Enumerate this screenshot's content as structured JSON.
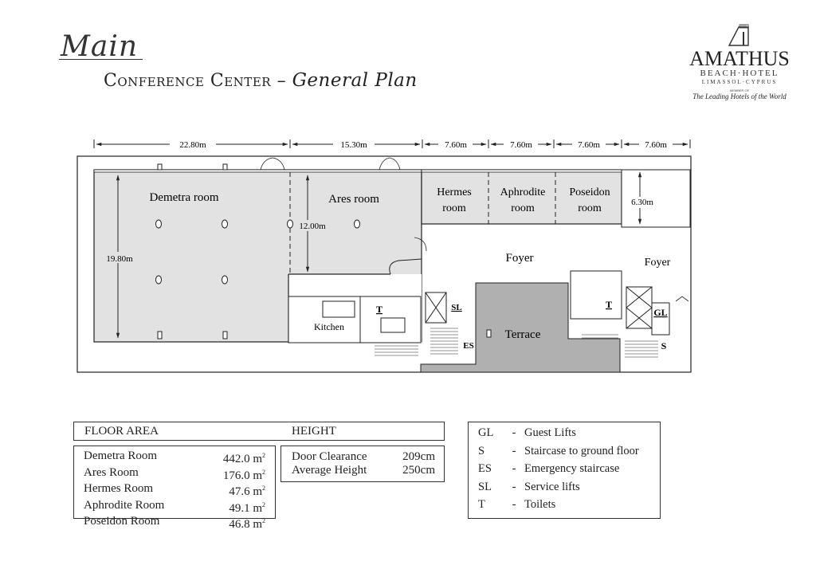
{
  "header": {
    "script_title": "Main",
    "main_title": "Conference Center",
    "dash": "–",
    "sub_title": "General Plan"
  },
  "logo": {
    "brand": "AMATHUS",
    "beach": "BEACH·HOTEL",
    "location": "LIMASSOL·CYPRUS",
    "member": "MEMBER OF",
    "leading": "The Leading Hotels of the World"
  },
  "plan": {
    "dimensions": [
      "22.80m",
      "15.30m",
      "7.60m",
      "7.60m",
      "7.60m",
      "7.60m"
    ],
    "vertical_dims": [
      "19.80m",
      "12.00m",
      "6.30m"
    ],
    "rooms": {
      "demetra": "Demetra room",
      "ares": "Ares room",
      "hermes_1": "Hermes",
      "hermes_2": "room",
      "aphrodite_1": "Aphrodite",
      "aphrodite_2": "room",
      "poseidon_1": "Poseidon",
      "poseidon_2": "room",
      "foyer_main": "Foyer",
      "foyer_right": "Foyer",
      "terrace": "Terrace",
      "kitchen": "Kitchen"
    },
    "codes": {
      "t1": "T",
      "sl": "SL",
      "es": "ES",
      "t2": "T",
      "gl": "GL",
      "s": "S"
    },
    "colors": {
      "room_fill": "#e2e2e2",
      "terrace_fill": "#b0b0b0",
      "line": "#222222"
    }
  },
  "floor_area": {
    "header_left": "FLOOR AREA",
    "header_right": "HEIGHT",
    "unit": "m",
    "unit_exp": "2",
    "rooms": [
      {
        "name": "Demetra Room",
        "area": "442.0"
      },
      {
        "name": "Ares Room",
        "area": "176.0"
      },
      {
        "name": "Hermes Room",
        "area": "47.6"
      },
      {
        "name": "Aphrodite Room",
        "area": "49.1"
      },
      {
        "name": "Poseidon Room",
        "area": "46.8"
      }
    ],
    "heights": [
      {
        "name": "Door Clearance",
        "value": "209cm"
      },
      {
        "name": "Average Height",
        "value": "250cm"
      }
    ]
  },
  "legend": [
    {
      "code": "GL",
      "dash": "-",
      "desc": "Guest Lifts"
    },
    {
      "code": "S",
      "dash": "-",
      "desc": "Staircase to ground floor"
    },
    {
      "code": "ES",
      "dash": "-",
      "desc": "Emergency staircase"
    },
    {
      "code": "SL",
      "dash": "-",
      "desc": "Service lifts"
    },
    {
      "code": "T",
      "dash": "-",
      "desc": "Toilets"
    }
  ]
}
